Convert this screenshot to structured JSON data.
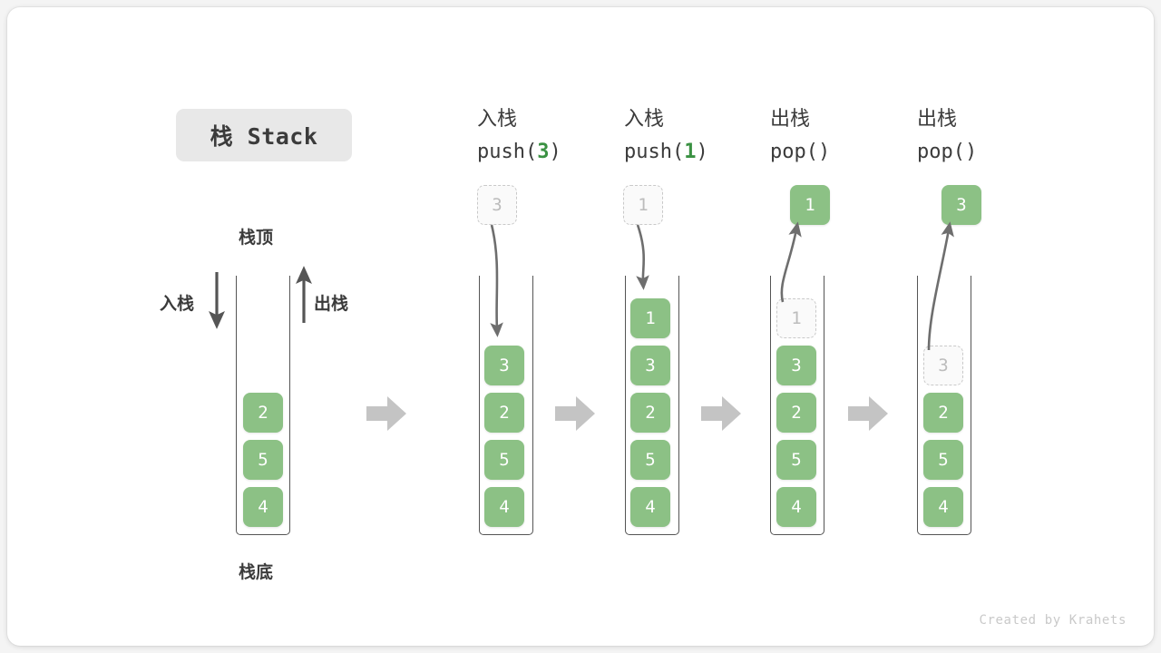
{
  "title": {
    "badge_label": "栈 Stack"
  },
  "colors": {
    "element_green": "#8cc185",
    "accent_green": "#3a9142",
    "ghost_border": "#c9c9c9",
    "ghost_text": "#bcbcbc",
    "rail": "#555555",
    "arrow_gray": "#c4c4c4",
    "curve_gray": "#6e6e6e",
    "text_dark": "#3b3b3b",
    "badge_bg": "#e8e8e8",
    "card_bg": "#ffffff",
    "page_bg": "#f4f4f4",
    "watermark": "#c9c9c9"
  },
  "legend": {
    "top_label": "栈顶",
    "bottom_label": "栈底",
    "push_label": "入栈",
    "pop_label": "出栈"
  },
  "columns": [
    {
      "id": "initial",
      "operation_cn": "",
      "operation_code": "",
      "code_arg": "",
      "floating": null,
      "floating_state": "none",
      "stack": [
        {
          "value": "2",
          "state": "solid"
        },
        {
          "value": "5",
          "state": "solid"
        },
        {
          "value": "4",
          "state": "solid"
        }
      ]
    },
    {
      "id": "push-3",
      "operation_cn": "入栈",
      "operation_code_prefix": "push(",
      "code_arg": "3",
      "operation_code_suffix": ")",
      "floating": "3",
      "floating_state": "ghost",
      "arrow_direction": "down",
      "stack": [
        {
          "value": "3",
          "state": "solid"
        },
        {
          "value": "2",
          "state": "solid"
        },
        {
          "value": "5",
          "state": "solid"
        },
        {
          "value": "4",
          "state": "solid"
        }
      ]
    },
    {
      "id": "push-1",
      "operation_cn": "入栈",
      "operation_code_prefix": "push(",
      "code_arg": "1",
      "operation_code_suffix": ")",
      "floating": "1",
      "floating_state": "ghost",
      "arrow_direction": "down",
      "stack": [
        {
          "value": "1",
          "state": "solid"
        },
        {
          "value": "3",
          "state": "solid"
        },
        {
          "value": "2",
          "state": "solid"
        },
        {
          "value": "5",
          "state": "solid"
        },
        {
          "value": "4",
          "state": "solid"
        }
      ]
    },
    {
      "id": "pop-1",
      "operation_cn": "出栈",
      "operation_code_prefix": "pop(",
      "code_arg": "",
      "operation_code_suffix": ")",
      "floating": "1",
      "floating_state": "solid",
      "arrow_direction": "up",
      "stack": [
        {
          "value": "1",
          "state": "ghost"
        },
        {
          "value": "3",
          "state": "solid"
        },
        {
          "value": "2",
          "state": "solid"
        },
        {
          "value": "5",
          "state": "solid"
        },
        {
          "value": "4",
          "state": "solid"
        }
      ]
    },
    {
      "id": "pop-2",
      "operation_cn": "出栈",
      "operation_code_prefix": "pop(",
      "code_arg": "",
      "operation_code_suffix": ")",
      "floating": "3",
      "floating_state": "solid",
      "arrow_direction": "up",
      "stack": [
        {
          "value": "3",
          "state": "ghost"
        },
        {
          "value": "2",
          "state": "solid"
        },
        {
          "value": "5",
          "state": "solid"
        },
        {
          "value": "4",
          "state": "solid"
        }
      ]
    }
  ],
  "column_headers": [
    {
      "cn": "入栈",
      "code_prefix": "push(",
      "arg": "3",
      "code_suffix": ")"
    },
    {
      "cn": "入栈",
      "code_prefix": "push(",
      "arg": "1",
      "code_suffix": ")"
    },
    {
      "cn": "出栈",
      "code_prefix": "pop(",
      "arg": "",
      "code_suffix": ")"
    },
    {
      "cn": "出栈",
      "code_prefix": "pop(",
      "arg": "",
      "code_suffix": ")"
    }
  ],
  "separators": [
    "step-arrow",
    "step-arrow",
    "step-arrow",
    "step-arrow"
  ],
  "footer": {
    "watermark": "Created by Krahets"
  }
}
